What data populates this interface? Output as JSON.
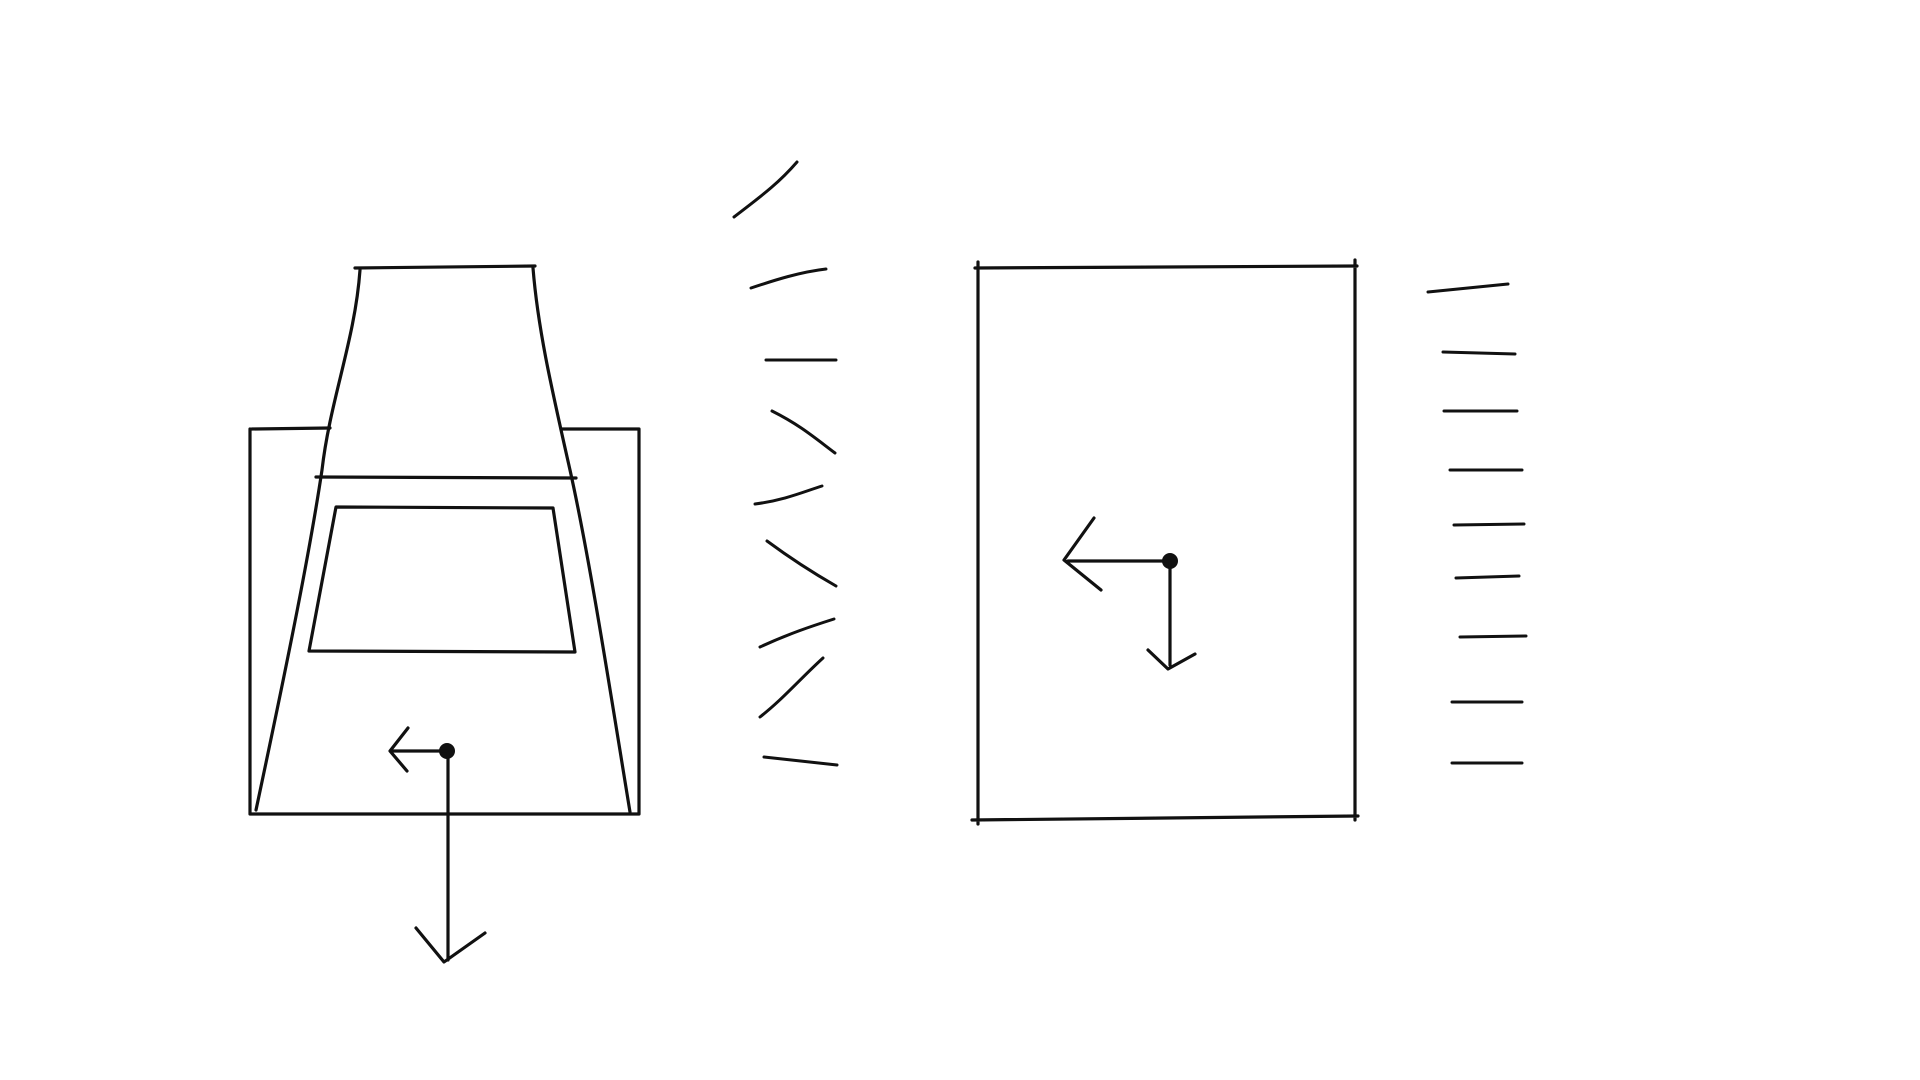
{
  "drawing": {
    "background_color": "#ffffff",
    "ink_color": "#111111",
    "panels": [
      {
        "id": "left-panel",
        "description_name": "trapezoid-over-rectangle",
        "hatch_style": "mixed-diagonal-and-horizontal",
        "hatch_count": 9,
        "has_axis_marker": true
      },
      {
        "id": "right-panel",
        "description_name": "rectangle",
        "hatch_style": "horizontal",
        "hatch_count": 9,
        "has_axis_marker": true
      }
    ],
    "text_labels": []
  }
}
